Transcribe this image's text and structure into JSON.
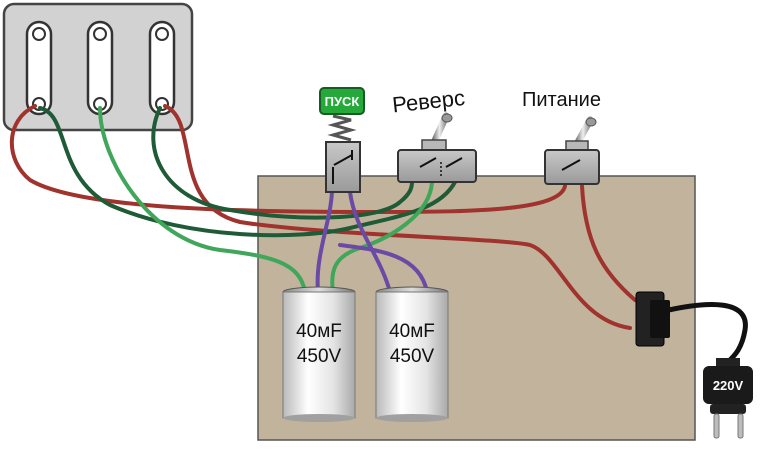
{
  "labels": {
    "start_button": "ПУСК",
    "reverse_switch": "Реверс",
    "power_switch": "Питание"
  },
  "capacitors": [
    {
      "capacitance": "40мF",
      "voltage": "450V"
    },
    {
      "capacitance": "40мF",
      "voltage": "450V"
    }
  ],
  "plug": {
    "voltage": "220V"
  },
  "colors": {
    "wire_red": "#a0332d",
    "wire_dark_green": "#1e5b36",
    "wire_green": "#3fa65a",
    "wire_purple": "#6b4aa6",
    "board": "#c2b49c",
    "terminal_block": "#d2d2d2",
    "start_button_cap": "#26a83a"
  }
}
